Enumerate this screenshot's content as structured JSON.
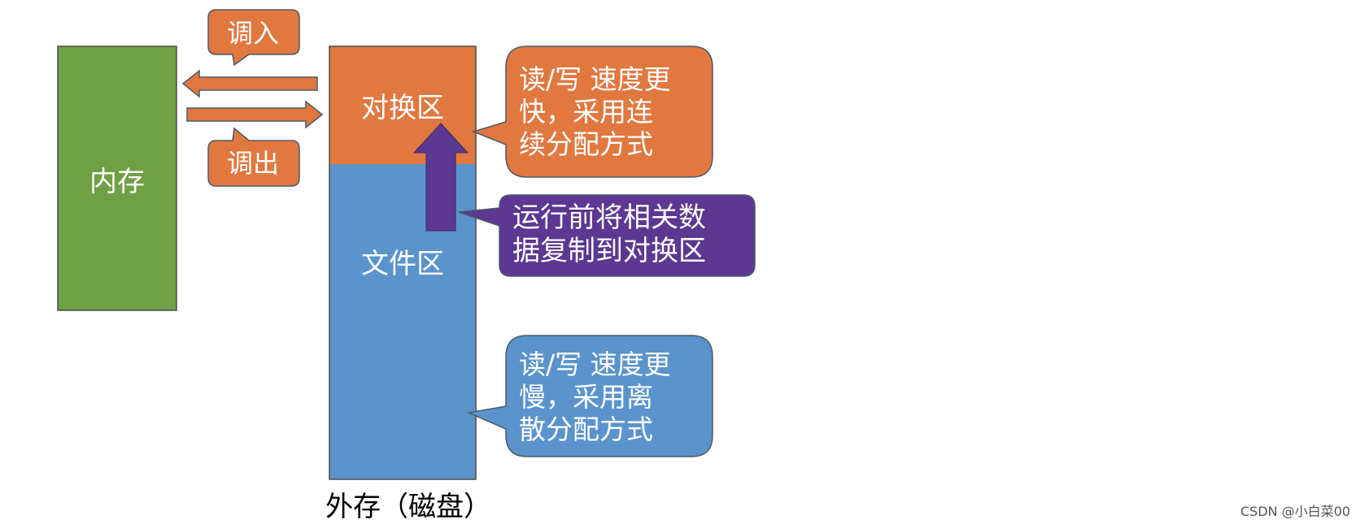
{
  "memory": {
    "label": "内存",
    "color": "#70a044"
  },
  "disk": {
    "label": "外存（磁盘）",
    "swap_area": {
      "label": "对换区",
      "color": "#e07840"
    },
    "file_area": {
      "label": "文件区",
      "color": "#5b94cc"
    }
  },
  "arrows": {
    "swap_in": {
      "label": "调入"
    },
    "swap_out": {
      "label": "调出"
    }
  },
  "callouts": {
    "swap_note": {
      "text": "读/写 速度更\n快，采用连\n续分配方式",
      "color": "#e07840"
    },
    "copy_note": {
      "text": "运行前将相关数\n据复制到对换区",
      "color": "#5c3892"
    },
    "file_note": {
      "text": "读/写 速度更\n慢，采用离\n散分配方式",
      "color": "#5b94cc"
    }
  },
  "watermark": "CSDN @小白菜00"
}
